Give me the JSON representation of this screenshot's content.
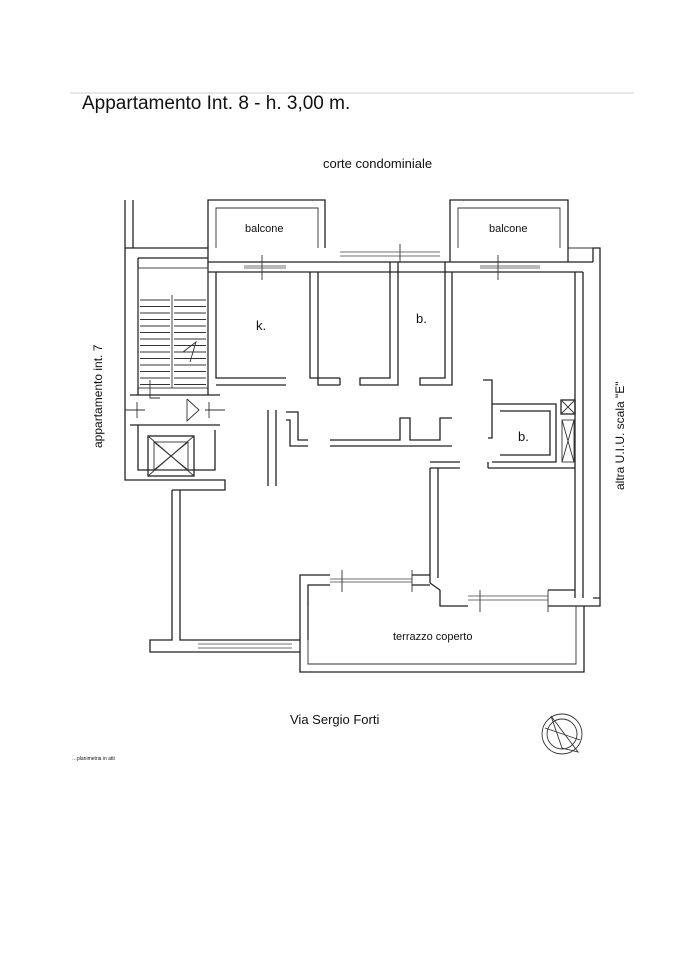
{
  "title": "Appartamento Int. 8 - h. 3,00 m.",
  "labels": {
    "corte": "corte condominiale",
    "balcone_left": "balcone",
    "balcone_right": "balcone",
    "kitchen": "k.",
    "bath_top": "b.",
    "bath_right": "b.",
    "terrazzo": "terrazzo coperto",
    "street": "Via Sergio Forti",
    "left_neighbor": "appartamento int. 7",
    "right_neighbor": "altra U.I.U. scala \"E\"",
    "footnote": "…planimetria in atti"
  },
  "icons": {
    "stair": "staircase-icon",
    "elevator": "elevator-icon",
    "compass": "north-compass-icon"
  },
  "colors": {
    "line": "#222222",
    "background": "#ffffff"
  }
}
